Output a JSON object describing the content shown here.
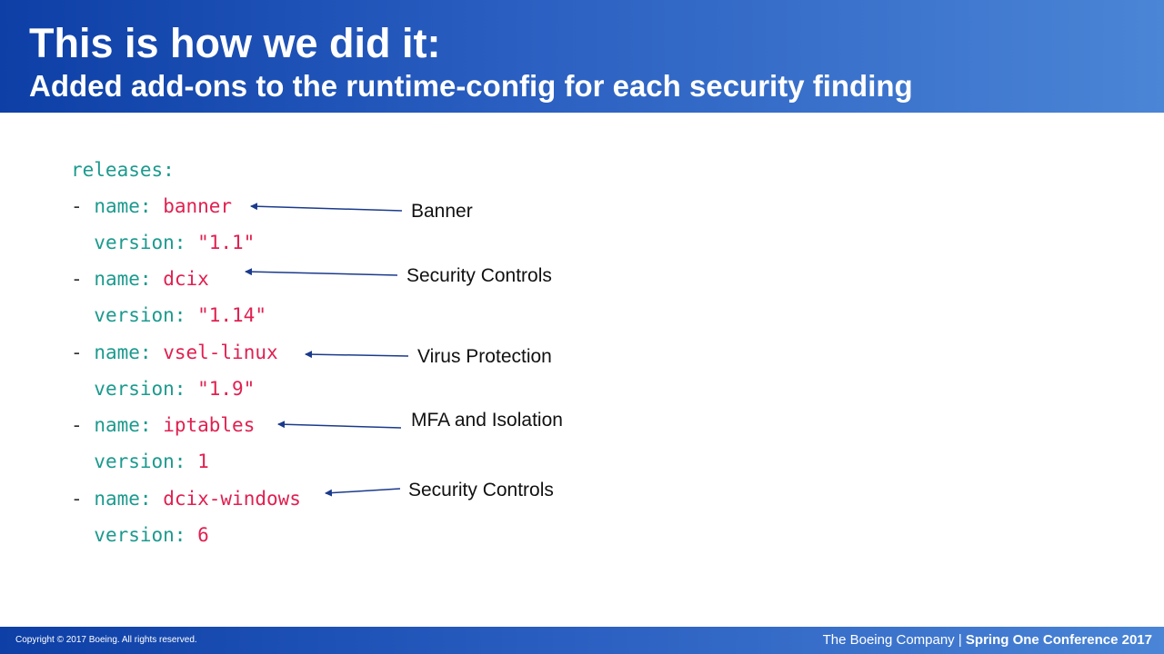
{
  "header": {
    "title": "This is how we did it:",
    "subtitle": "Added add-ons to the runtime-config for each security finding"
  },
  "code": {
    "releases_key": "releases:",
    "dash": "-",
    "name_key": "name:",
    "version_key": "version:",
    "items": [
      {
        "name": "banner",
        "version": "\"1.1\""
      },
      {
        "name": "dcix",
        "version": "\"1.14\""
      },
      {
        "name": "vsel-linux",
        "version": "\"1.9\""
      },
      {
        "name": "iptables",
        "version": "1"
      },
      {
        "name": "dcix-windows",
        "version": "6"
      }
    ]
  },
  "annotations": [
    "Banner",
    "Security Controls",
    "Virus Protection",
    "MFA and Isolation",
    "Security Controls"
  ],
  "footer": {
    "copyright": "Copyright © 2017 Boeing. All rights reserved.",
    "company": "The Boeing Company | ",
    "conference": "Spring One Conference 2017"
  },
  "colors": {
    "header_blue": "#0d3fa6",
    "yaml_key": "#1c9a8e",
    "yaml_value": "#e02050",
    "arrow": "#1a3a8c"
  }
}
